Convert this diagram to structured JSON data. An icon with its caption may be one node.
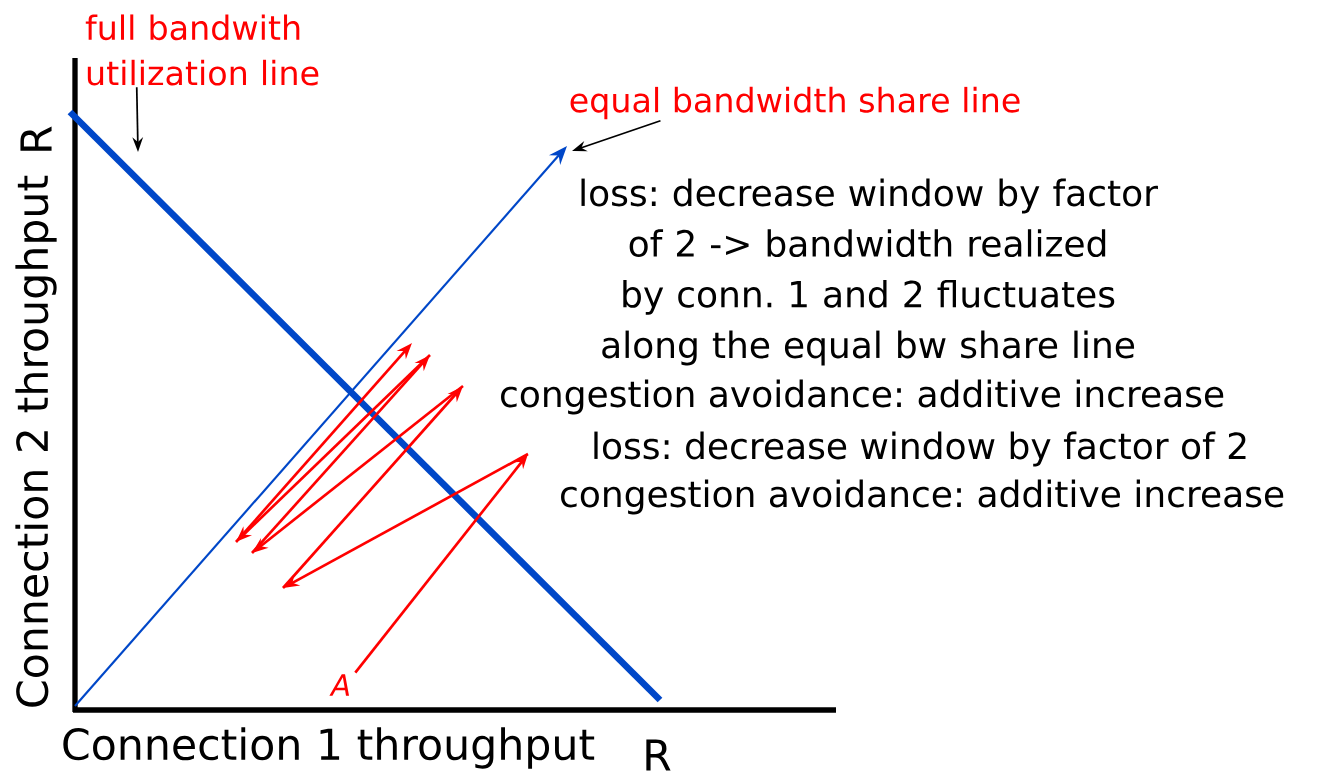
{
  "diagram": {
    "nodes": [
      {
        "text": [
          "full bandwith utilization line"
        ]
      },
      {
        "text": [
          "equal bandwidth share line"
        ]
      },
      {
        "text": [
          "A"
        ]
      }
    ],
    "edges": [
      {
        "from": 0,
        "to": null,
        "arrow": "to"
      },
      {
        "from": 1,
        "to": null,
        "arrow": "to"
      },
      {
        "from": 2,
        "to": null,
        "arrow": "to",
        "color": "#ff0000"
      }
    ],
    "labels": [
      "R",
      "Connection 2 throughput",
      "Connection 1 throughput",
      "R",
      "loss: decrease window by factor of 2 -> bandwidth realized by conn. 1 and 2 fluctuates along the equal bw share line",
      "congestion avoidance: additive increase",
      "loss: decrease window by factor of 2",
      "congestion avoidance: additive increase"
    ]
  }
}
